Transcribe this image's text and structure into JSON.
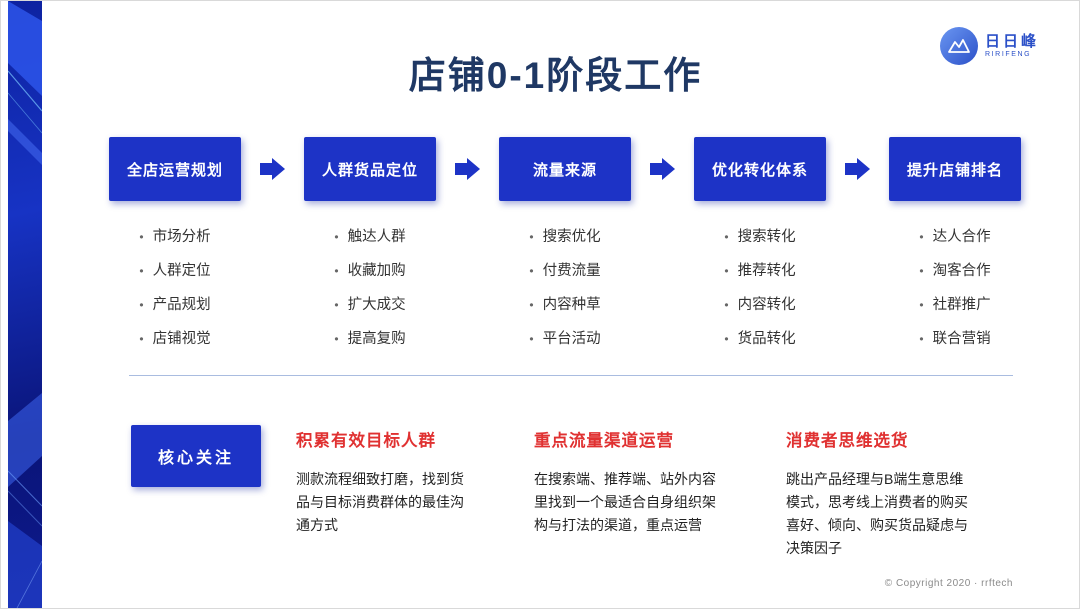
{
  "page": {
    "title": "店铺0-1阶段工作"
  },
  "logo": {
    "name": "日日峰",
    "subtitle": "RIRIFENG"
  },
  "ui": {
    "bullet": "•"
  },
  "flow": {
    "columns": [
      {
        "header": "全店运营规划",
        "items": [
          "市场分析",
          "人群定位",
          "产品规划",
          "店铺视觉"
        ]
      },
      {
        "header": "人群货品定位",
        "items": [
          "触达人群",
          "收藏加购",
          "扩大成交",
          "提高复购"
        ]
      },
      {
        "header": "流量来源",
        "items": [
          "搜索优化",
          "付费流量",
          "内容种草",
          "平台活动"
        ]
      },
      {
        "header": "优化转化体系",
        "items": [
          "搜索转化",
          "推荐转化",
          "内容转化",
          "货品转化"
        ]
      },
      {
        "header": "提升店铺排名",
        "items": [
          "达人合作",
          "淘客合作",
          "社群推广",
          "联合营销"
        ]
      }
    ]
  },
  "focus": {
    "label": "核心关注",
    "sections": [
      {
        "heading": "积累有效目标人群",
        "body": "测款流程细致打磨，找到货品与目标消费群体的最佳沟通方式"
      },
      {
        "heading": "重点流量渠道运营",
        "body": "在搜索端、推荐端、站外内容里找到一个最适合自身组织架构与打法的渠道，重点运营"
      },
      {
        "heading": "消费者思维选货",
        "body": "跳出产品经理与B端生意思维模式，思考线上消费者的购买喜好、倾向、购买货品疑虑与决策因子"
      }
    ]
  },
  "footer": {
    "copyright": "© Copyright 2020 · rrftech"
  },
  "colors": {
    "accent_blue": "#1d33c6",
    "title_navy": "#1f3864",
    "heading_red": "#e03131",
    "band_blue_dark": "#0a1478"
  }
}
